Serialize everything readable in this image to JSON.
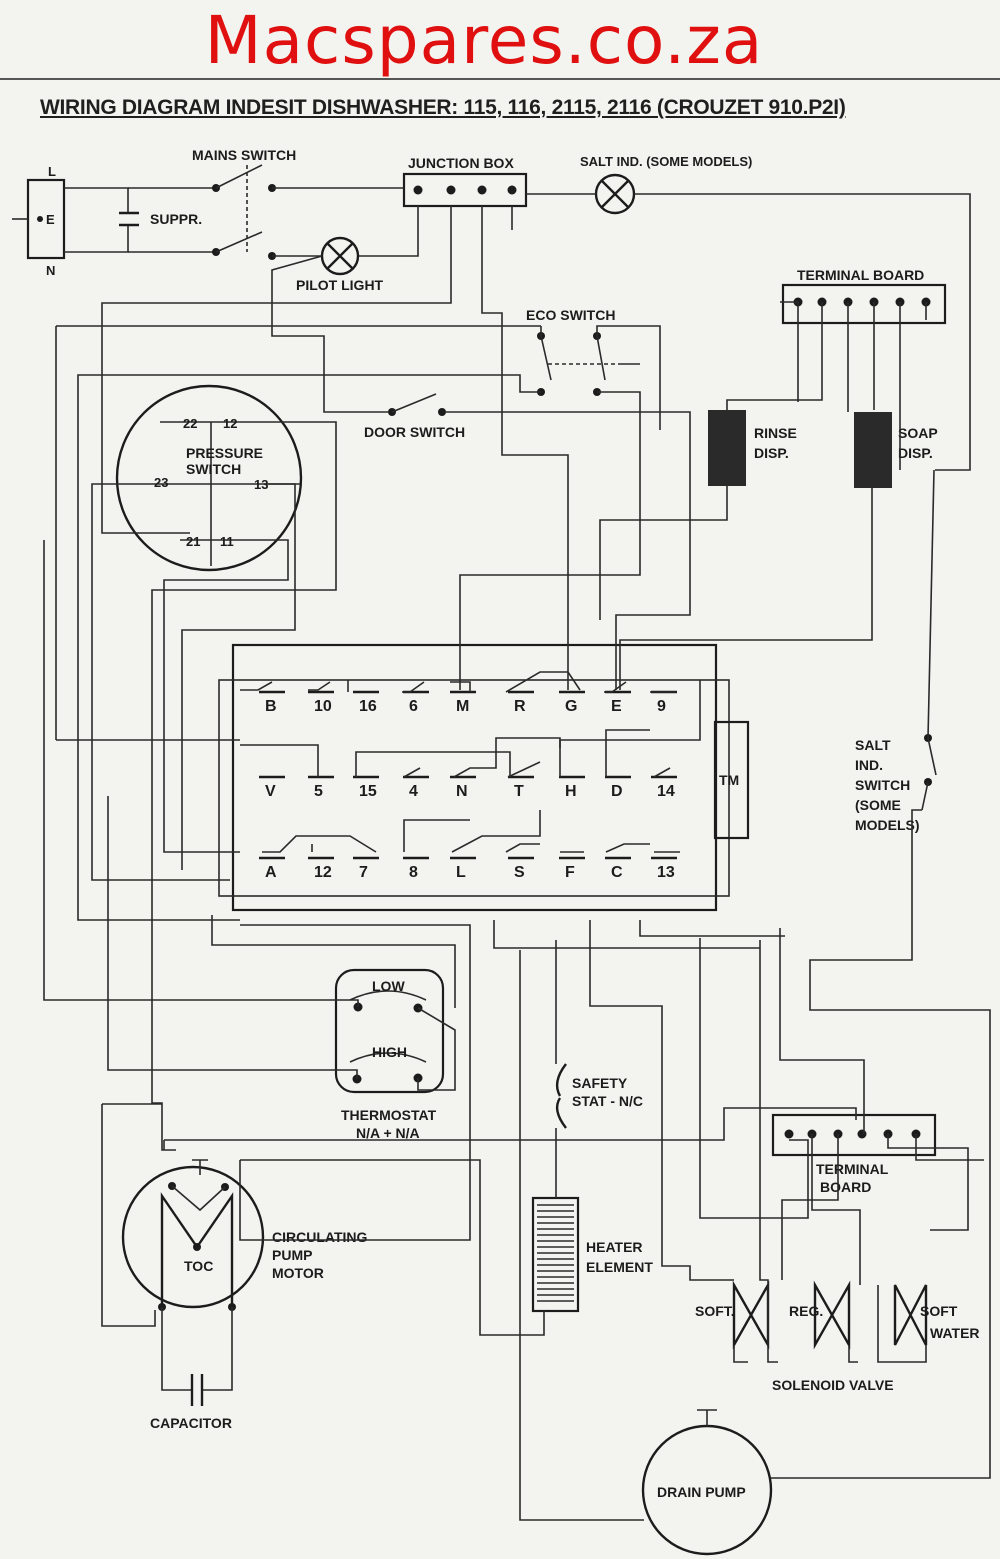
{
  "brand": "Macspares.co.za",
  "title": "WIRING DIAGRAM INDESIT DISHWASHER: 115, 116, 2115, 2116 (CROUZET 910.P2I)",
  "components": {
    "mains_switch": "MAINS SWITCH",
    "suppressor": "SUPPR.",
    "plug_l": "L",
    "plug_e": "E",
    "plug_n": "N",
    "junction_box": "JUNCTION BOX",
    "salt_indicator": "SALT IND. (SOME MODELS)",
    "pilot_light": "PILOT LIGHT",
    "terminal_board_top": "TERMINAL BOARD",
    "eco_switch": "ECO SWITCH",
    "door_switch": "DOOR SWITCH",
    "pressure_switch_line1": "PRESSURE",
    "pressure_switch_line2": "SWITCH",
    "rinse_disp_line1": "RINSE",
    "rinse_disp_line2": "DISP.",
    "soap_disp_line1": "SOAP",
    "soap_disp_line2": "DISP.",
    "timer_motor": "TM",
    "salt_switch_lines": [
      "SALT",
      "IND.",
      "SWITCH",
      "(SOME",
      "MODELS)"
    ],
    "thermostat_low": "LOW",
    "thermostat_high": "HIGH",
    "thermostat_line1": "THERMOSTAT",
    "thermostat_line2": "N/A + N/A",
    "safety_stat_line1": "SAFETY",
    "safety_stat_line2": "STAT - N/C",
    "terminal_board_bottom_line1": "TERMINAL",
    "terminal_board_bottom_line2": "BOARD",
    "toc": "TOC",
    "pump_motor_lines": [
      "CIRCULATING",
      "PUMP",
      "MOTOR"
    ],
    "heater_line1": "HEATER",
    "heater_line2": "ELEMENT",
    "valve_soft": "SOFT.",
    "valve_reg": "REG.",
    "valve_soft_water_line1": "SOFT",
    "valve_soft_water_line2": "WATER",
    "solenoid_valve": "SOLENOID VALVE",
    "capacitor": "CAPACITOR",
    "drain_pump": "DRAIN PUMP"
  },
  "pressure_switch_terminals": {
    "t22": "22",
    "t12": "12",
    "t23": "23",
    "t13": "13",
    "t21": "21",
    "t11": "11"
  },
  "timer_contacts": {
    "row1": [
      "B",
      "10",
      "16",
      "6",
      "M",
      "R",
      "G",
      "E",
      "9"
    ],
    "row2": [
      "V",
      "5",
      "15",
      "4",
      "N",
      "T",
      "H",
      "D",
      "14"
    ],
    "row3": [
      "A",
      "12",
      "7",
      "8",
      "L",
      "S",
      "F",
      "C",
      "13"
    ]
  }
}
